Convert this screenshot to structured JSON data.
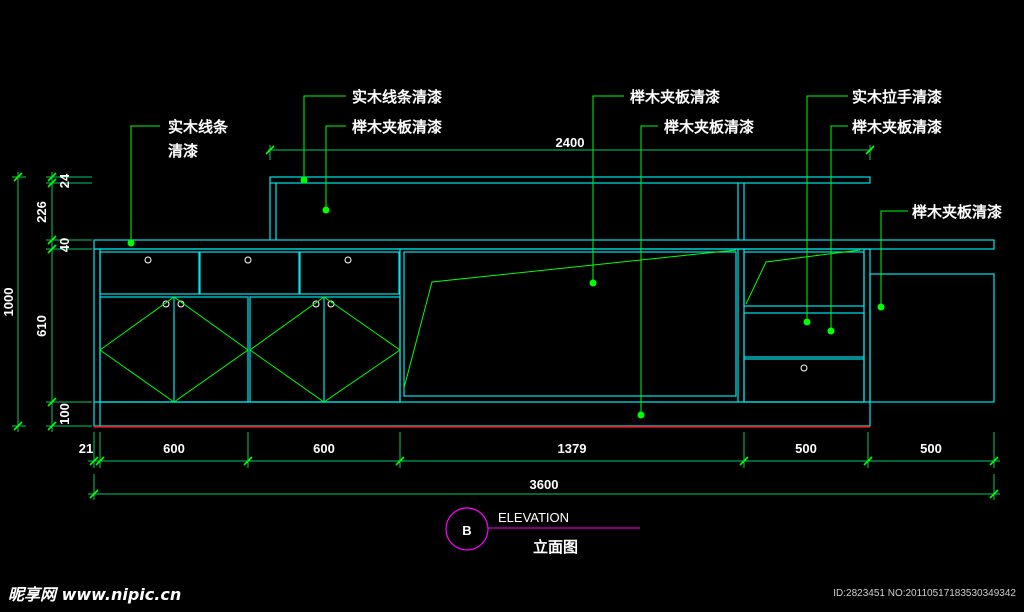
{
  "colors": {
    "background": "#000000",
    "outline": "#00e5ee",
    "annotation": "#00ff00",
    "dimension": "#00cc66",
    "floor": "#ff0000",
    "symbol": "#ff00ff",
    "text": "#ffffff"
  },
  "callouts": {
    "solid_molding_clear_left_l1": "实木线条",
    "solid_molding_clear_left_l2": "清漆",
    "solid_molding_clear_top": "实木线条清漆",
    "beech_plywood_1": "榉木夹板清漆",
    "beech_plywood_2": "榉木夹板清漆",
    "beech_plywood_3": "榉木夹板清漆",
    "solid_handle_clear": "实木拉手清漆",
    "beech_plywood_4": "榉木夹板清漆",
    "beech_plywood_right": "榉木夹板清漆"
  },
  "dimensions": {
    "top_span": "2400",
    "vertical_total": "1000",
    "v_24": "24",
    "v_226": "226",
    "v_40": "40",
    "v_610": "610",
    "v_100": "100",
    "h_21": "21",
    "h_600a": "600",
    "h_600b": "600",
    "h_1379": "1379",
    "h_500a": "500",
    "h_500b": "500",
    "overall": "3600"
  },
  "title_block": {
    "marker": "B",
    "title_en": "ELEVATION",
    "title_cn": "立面图"
  },
  "watermark": {
    "brand": "昵享网 www.nipic.cn",
    "id_text": "ID:2823451 NO:20110517183530349342"
  }
}
